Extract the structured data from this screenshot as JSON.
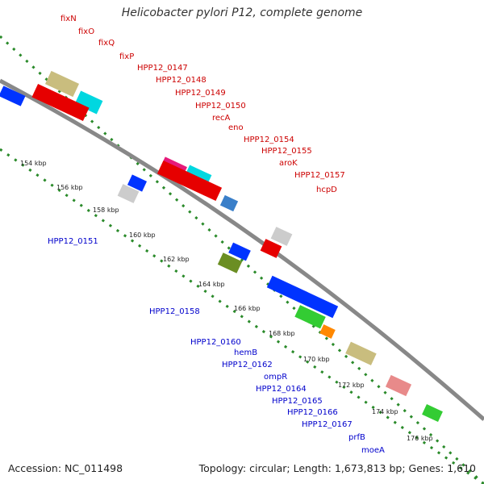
{
  "title": "Helicobacter pylori P12, complete genome",
  "footer": {
    "accession": "Accession: NC_011498",
    "topology": "Topology: circular; Length: 1,673,813 bp; Genes: 1,610"
  },
  "colors": {
    "forward_label": "#cc0000",
    "reverse_label": "#0000cc",
    "backbone": "#888888",
    "tick_marks": "#2a8a2a"
  },
  "ticks": [
    "154 kbp",
    "156 kbp",
    "158 kbp",
    "160 kbp",
    "162 kbp",
    "164 kbp",
    "166 kbp",
    "168 kbp",
    "170 kbp",
    "172 kbp",
    "174 kbp",
    "176 kbp"
  ],
  "forward_labels": [
    "fixN",
    "fixO",
    "fixQ",
    "fixP",
    "HPP12_0147",
    "HPP12_0148",
    "HPP12_0149",
    "HPP12_0150",
    "recA",
    "eno",
    "HPP12_0154",
    "HPP12_0155",
    "aroK",
    "HPP12_0157",
    "hcpD"
  ],
  "reverse_labels": [
    "HPP12_0151",
    "HPP12_0158",
    "HPP12_0160",
    "hemB",
    "HPP12_0162",
    "ompR",
    "HPP12_0164",
    "HPP12_0165",
    "HPP12_0166",
    "HPP12_0167",
    "prfB",
    "moeA"
  ]
}
